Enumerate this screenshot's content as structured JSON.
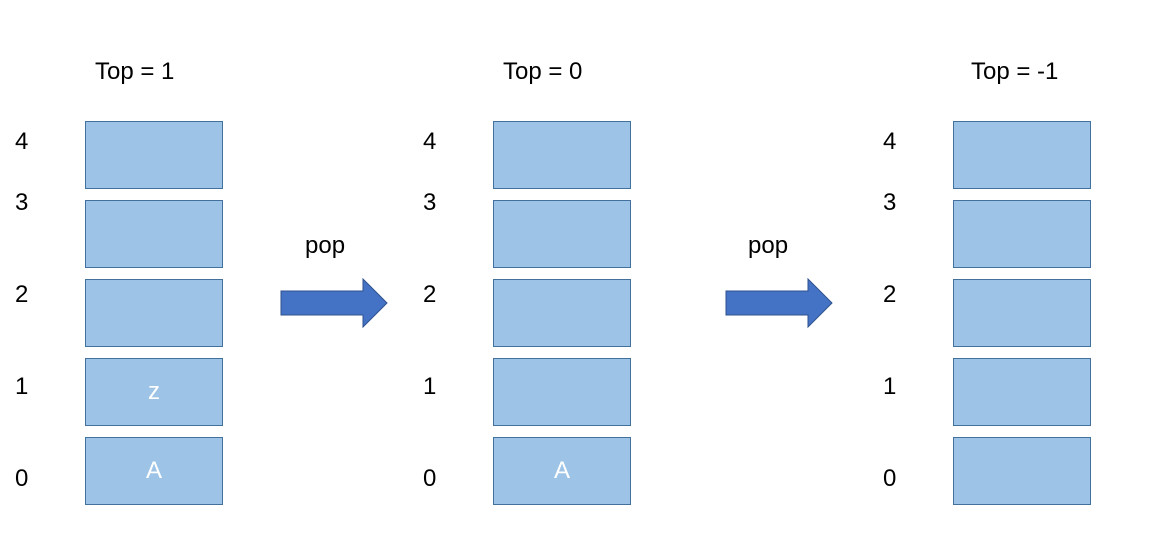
{
  "stacks": [
    {
      "title": "Top = 1",
      "indices": [
        "4",
        "3",
        "2",
        "1",
        "0"
      ],
      "cells": [
        "",
        "",
        "",
        "z",
        "A"
      ]
    },
    {
      "title": "Top = 0",
      "indices": [
        "4",
        "3",
        "2",
        "1",
        "0"
      ],
      "cells": [
        "",
        "",
        "",
        "",
        "A"
      ]
    },
    {
      "title": "Top = -1",
      "indices": [
        "4",
        "3",
        "2",
        "1",
        "0"
      ],
      "cells": [
        "",
        "",
        "",
        "",
        ""
      ]
    }
  ],
  "operations": [
    {
      "label": "pop",
      "icon": "right-arrow-icon"
    },
    {
      "label": "pop",
      "icon": "right-arrow-icon"
    }
  ],
  "colors": {
    "cell_fill": "#9dc3e6",
    "cell_border": "#41719c",
    "arrow_fill": "#4472c4",
    "cell_text": "#ffffff"
  }
}
